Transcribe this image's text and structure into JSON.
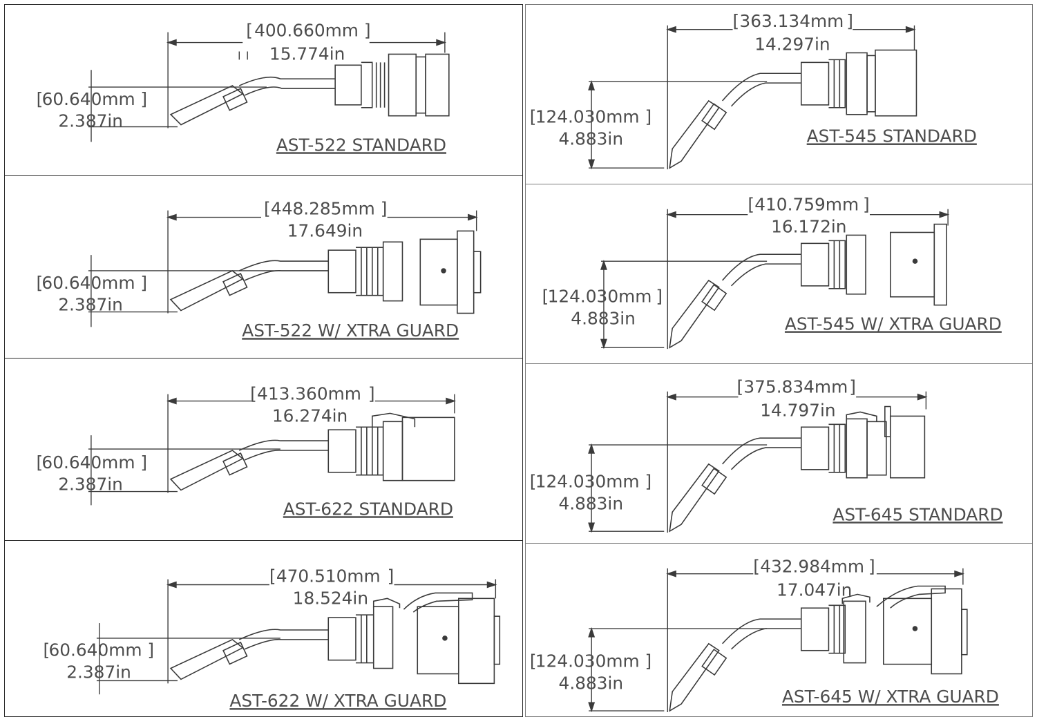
{
  "panels": [
    {
      "id": "ast-522-standard",
      "title": "AST-522 STANDARD",
      "length_mm": "400.660mm",
      "length_in": "15.774in",
      "height_mm": "60.640mm",
      "height_in": "2.387in"
    },
    {
      "id": "ast-545-standard",
      "title": "AST-545 STANDARD",
      "length_mm": "363.134mm",
      "length_in": "14.297in",
      "height_mm": "124.030mm",
      "height_in": "4.883in"
    },
    {
      "id": "ast-522-xtra-guard",
      "title": "AST-522 W/ XTRA GUARD",
      "length_mm": "448.285mm",
      "length_in": "17.649in",
      "height_mm": "60.640mm",
      "height_in": "2.387in"
    },
    {
      "id": "ast-545-xtra-guard",
      "title": "AST-545 W/ XTRA GUARD",
      "length_mm": "410.759mm",
      "length_in": "16.172in",
      "height_mm": "124.030mm",
      "height_in": "4.883in"
    },
    {
      "id": "ast-622-standard",
      "title": "AST-622 STANDARD",
      "length_mm": "413.360mm",
      "length_in": "16.274in",
      "height_mm": "60.640mm",
      "height_in": "2.387in"
    },
    {
      "id": "ast-645-standard",
      "title": "AST-645 STANDARD",
      "length_mm": "375.834mm",
      "length_in": "14.797in",
      "height_mm": "124.030mm",
      "height_in": "4.883in"
    },
    {
      "id": "ast-622-xtra-guard",
      "title": "AST-622 W/ XTRA GUARD",
      "length_mm": "470.510mm",
      "length_in": "18.524in",
      "height_mm": "60.640mm",
      "height_in": "2.387in"
    },
    {
      "id": "ast-645-xtra-guard",
      "title": "AST-645 W/ XTRA GUARD",
      "length_mm": "432.984mm",
      "length_in": "17.047in",
      "height_mm": "124.030mm",
      "height_in": "4.883in"
    }
  ]
}
